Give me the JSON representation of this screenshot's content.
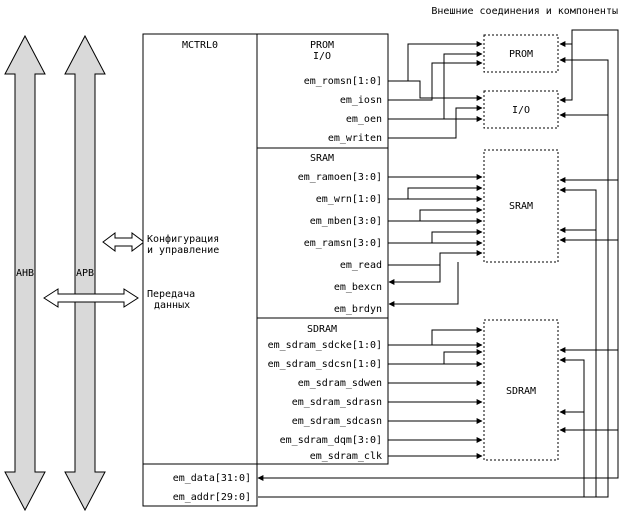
{
  "external_title": "Внешние соединения и компоненты",
  "buses": {
    "ahb": "AHB",
    "apb": "APB"
  },
  "controller": {
    "title": "MCTRL0",
    "config_line1": "Конфигурация",
    "config_line2": "и управление",
    "transfer_line1": "Передача",
    "transfer_line2": "данных"
  },
  "sections": {
    "prom_io": {
      "line1": "PROM",
      "line2": "I/O"
    },
    "sram": "SRAM",
    "sdram": "SDRAM"
  },
  "signals": {
    "prom_io": [
      "em_romsn[1:0]",
      "em_iosn",
      "em_oen",
      "em_writen"
    ],
    "sram": [
      "em_ramoen[3:0]",
      "em_wrn[1:0]",
      "em_mben[3:0]",
      "em_ramsn[3:0]",
      "em_read",
      "em_bexcn",
      "em_brdyn"
    ],
    "sdram": [
      "em_sdram_sdcke[1:0]",
      "em_sdram_sdcsn[1:0]",
      "em_sdram_sdwen",
      "em_sdram_sdrasn",
      "em_sdram_sdcasn",
      "em_sdram_dqm[3:0]",
      "em_sdram_clk"
    ],
    "bus": [
      "em_data[31:0]",
      "em_addr[29:0]"
    ]
  },
  "components": {
    "prom": "PROM",
    "io": "I/O",
    "sram": "SRAM",
    "sdram": "SDRAM"
  }
}
